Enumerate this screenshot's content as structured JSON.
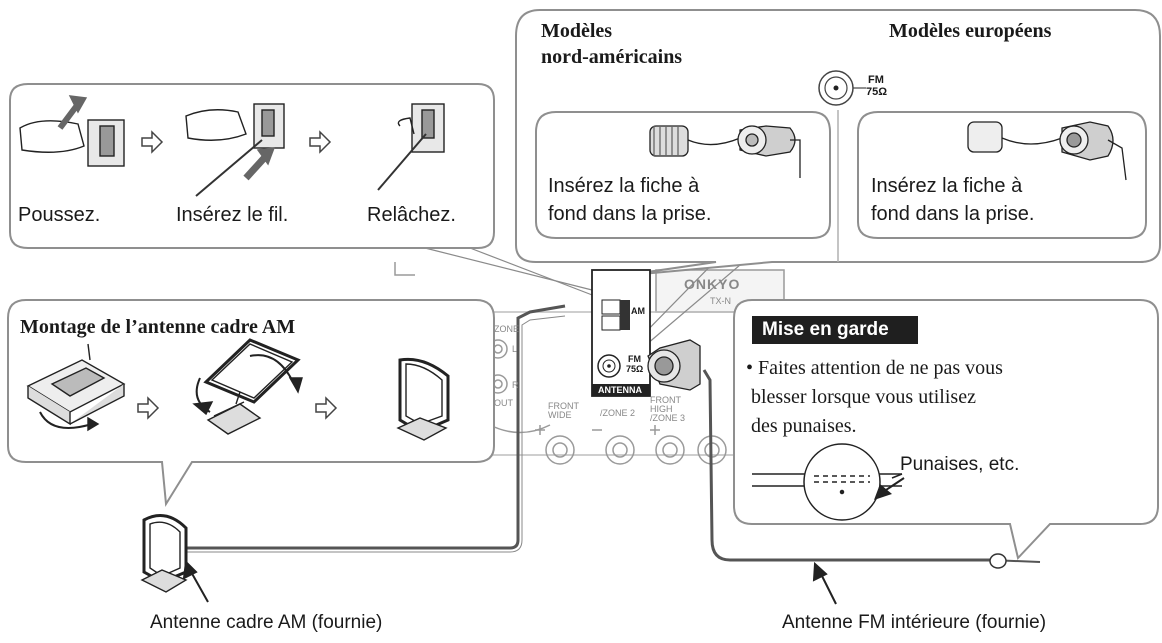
{
  "models": {
    "north_america": "Modèles\nnord-américains",
    "europe": "Modèles européens"
  },
  "fm_jack": {
    "label_top": "FM",
    "label_bottom": "75Ω"
  },
  "steps": {
    "push": "Poussez.",
    "insert_wire": "Insérez le fil.",
    "release": "Relâchez."
  },
  "plug_instruction_na": "Insérez la fiche à\nfond dans la prise.",
  "plug_instruction_eu": "Insérez la fiche à\nfond dans la prise.",
  "am_assembly_title": "Montage de l’antenne cadre AM",
  "panel": {
    "antenna": "ANTENNA",
    "am": "AM",
    "fm_top": "FM",
    "fm_bottom": "75Ω",
    "brand": "ONKYO",
    "model": "TX-N",
    "front_wide": "FRONT\nWIDE",
    "zone2": "/ZONE 2",
    "front_high": "FRONT\nHIGH\n/ZONE 3",
    "l": "L",
    "r": "R",
    "zone": "ZONE",
    "out": "OUT"
  },
  "caution": {
    "title": "Mise en garde",
    "text": "• Faites attention de ne pas vous\n blesser lorsque vous utilisez\n des punaises.",
    "pins_label": "Punaises, etc."
  },
  "captions": {
    "am_antenna": "Antenne cadre AM (fournie)",
    "fm_antenna": "Antenne FM intérieure (fournie)"
  }
}
